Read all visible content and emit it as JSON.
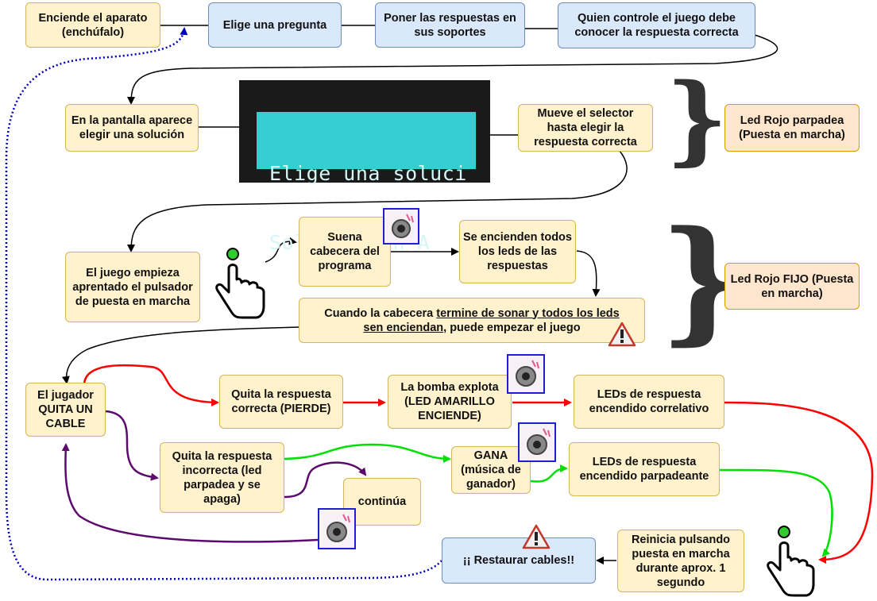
{
  "nodes": {
    "enciende": "Enciende el aparato (enchúfalo)",
    "elige": "Elige una pregunta",
    "poner": "Poner las respuestas en sus soportes",
    "quien": "Quien controle el juego debe conocer la respuesta correcta",
    "pantalla": "En la pantalla aparece elegir una solución",
    "mueve": "Mueve el selector hasta elegir la respuesta correcta",
    "led_rojo_parpadea": "Led Rojo parpadea (Puesta en marcha)",
    "juego_empieza": "El juego empieza aprentado el pulsador de puesta en marcha",
    "suena": "Suena cabecera del programa",
    "se_encienden": "Se encienden todos los leds de las respuestas",
    "led_rojo_fijo": "Led Rojo FIJO (Puesta en marcha)",
    "cabecera_prefix": "Cuando la cabecera ",
    "cabecera_underlined_1": "termine de sonar y todos los leds",
    "cabecera_underlined_2": "sen enciendan",
    "cabecera_suffix": ", puede empezar el juego",
    "jugador": "El jugador QUITA UN CABLE",
    "quita_correcta": "Quita la respuesta correcta (PIERDE)",
    "bomba": "La bomba explota (LED AMARILLO ENCIENDE)",
    "leds_correlativo": "LEDs de respuesta encendido correlativo",
    "quita_incorrecta": "Quita la respuesta incorrecta (led parpadea y se apaga)",
    "gana": "GANA (música de ganador)",
    "leds_parpadeante": "LEDs de respuesta encendido parpadeante",
    "continua": "continúa",
    "reinicia": "Reinicia pulsando puesta en marcha durante aprox. 1 segundo",
    "restaurar": "¡¡ Restaurar cables!!"
  },
  "lcd": {
    "line1": "Elige una soluci",
    "line2": "Solucion en A"
  },
  "icons": [
    "speaker-icon",
    "warning-icon",
    "hand-pointer-icon",
    "brace-icon"
  ],
  "colors": {
    "yellow_fill": "#fff2cc",
    "blue_fill": "#dae8fc",
    "orange_fill": "#ffe6cc",
    "lose_path": "#ff0000",
    "win_path": "#00e000",
    "continue_path": "#5c0a6e",
    "restart_path": "#0000bb"
  }
}
